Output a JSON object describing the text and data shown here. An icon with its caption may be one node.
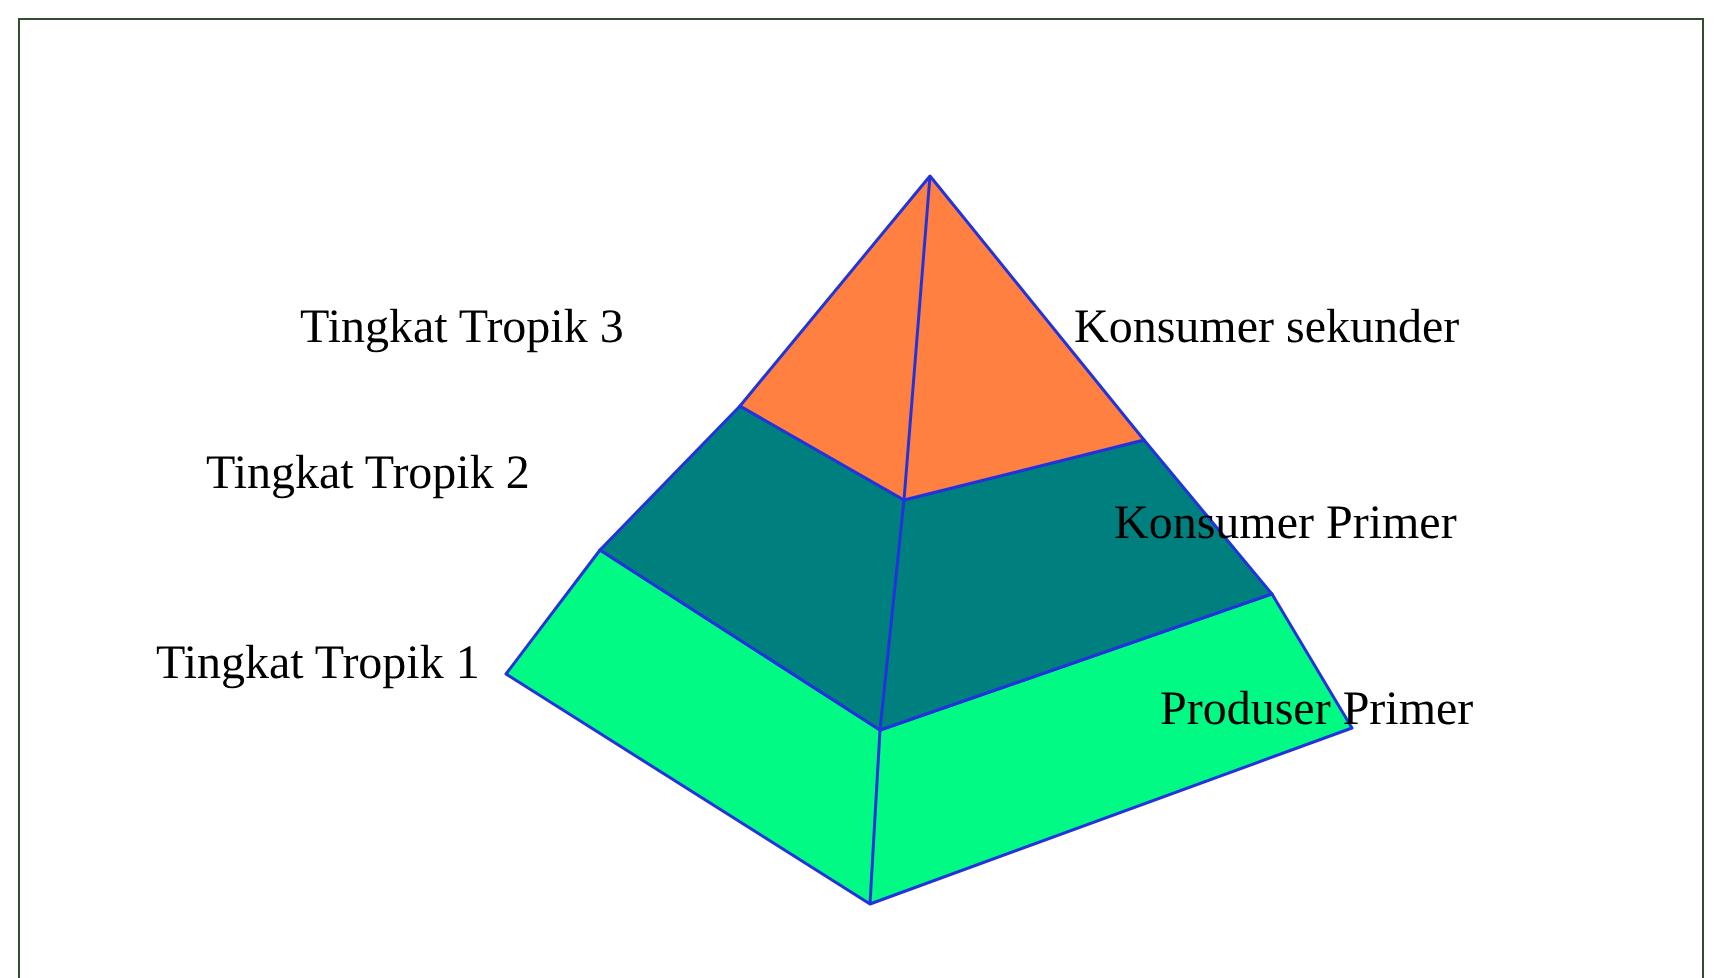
{
  "diagram": {
    "labels": [
      "Tingkat Tropik 3",
      "Konsumer sekunder",
      "Tingkat Tropik 2",
      "Konsumer Primer",
      "Tingkat Tropik 1",
      "Produser Primer"
    ]
  }
}
